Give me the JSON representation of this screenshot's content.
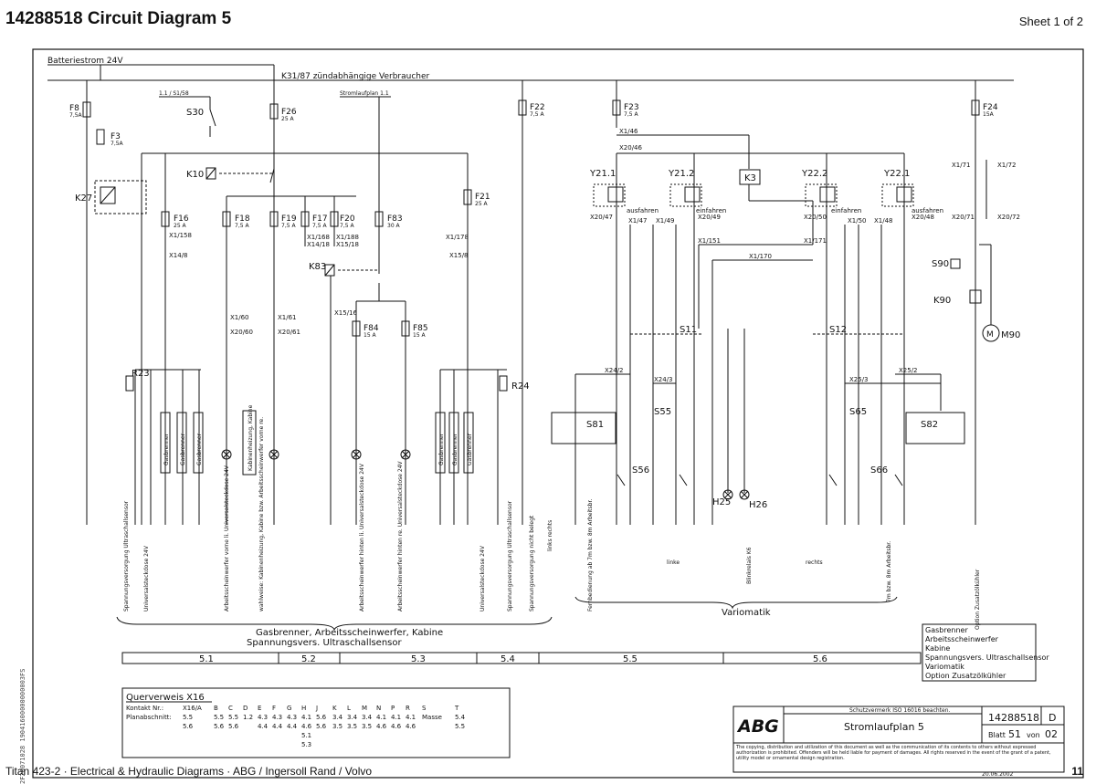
{
  "header": {
    "title": "14288518  Circuit Diagram 5",
    "sheet": "Sheet 1 of 2"
  },
  "footer": {
    "left": "Titan 423-2  ·  Electrical & Hydraulic Diagrams  ·  ABG / Ingersoll Rand / Volvo",
    "right": "11"
  },
  "side_code": "2F20071028 19041600000000003FS",
  "rails": {
    "battery": "Batteriestrom 24V",
    "k31": "K31/87  zündabhängige  Verbraucher",
    "ref_s158": "1.1 / S1/58",
    "ref_stromlauf": "Stromlaufplan 1.1"
  },
  "fuses": {
    "F8": [
      "F8",
      "7,5A"
    ],
    "F3": [
      "F3",
      "7,5A"
    ],
    "F26": [
      "F26",
      "25 A"
    ],
    "F16": [
      "F16",
      "25 A"
    ],
    "F18": [
      "F18",
      "7,5 A"
    ],
    "F19": [
      "F19",
      "7,5 A"
    ],
    "F17": [
      "F17",
      "7,5 A"
    ],
    "F20": [
      "F20",
      "7,5 A"
    ],
    "F83": [
      "F83",
      "30 A"
    ],
    "F84": [
      "F84",
      "15 A"
    ],
    "F85": [
      "F85",
      "15 A"
    ],
    "F21": [
      "F21",
      "25 A"
    ],
    "F22": [
      "F22",
      "7,5 A"
    ],
    "F23": [
      "F23",
      "7,5 A"
    ],
    "F24": [
      "F24",
      "15A"
    ]
  },
  "components": {
    "S30": "S30",
    "K10": "K10",
    "K27": "K27",
    "K83": "K83",
    "R23": "R23",
    "R24": "R24",
    "Y211": "Y21.1",
    "Y212": "Y21.2",
    "K3": "K3",
    "Y222": "Y22.2",
    "Y221": "Y22.1",
    "S11": "S11",
    "S12": "S12",
    "S81": "S81",
    "S82": "S82",
    "S55": "S55",
    "S65": "S65",
    "S56": "S56",
    "S66": "S66",
    "H25": "H25",
    "H26": "H26",
    "S90": "S90",
    "K90": "K90",
    "M90": "M90"
  },
  "valve_labels": {
    "ausfahren": "ausfahren",
    "einfahren": "einfahren"
  },
  "terminals": {
    "x1_46": "X1/46",
    "x20_46": "X20/46",
    "x1_47": "X1/47",
    "x1_49": "X1/49",
    "x1_50": "X1/50",
    "x1_48": "X1/48",
    "x20_47": "X20/47",
    "x20_49": "X20/49",
    "x20_50": "X20/50",
    "x20_48": "X20/48",
    "x1_151": "X1/151",
    "x1_170": "X1/170",
    "x1_171": "X1/171",
    "x1_71": "X1/71",
    "x1_72": "X1/72",
    "x20_71": "X20/71",
    "x20_72": "X20/72",
    "x1_158": "X1/158",
    "x14_8": "X14/8",
    "x1_178": "X1/178",
    "x15_8": "X15/8",
    "x1_60": "X1/60",
    "x1_61": "X1/61",
    "x20_60": "X20/60",
    "x20_61": "X20/61",
    "x15_16": "X15/16",
    "x1_168": "X1/168",
    "x14_18": "X14/18",
    "x1_188": "X1/188",
    "x15_18": "X15/18",
    "x24_2": "X24/2",
    "x24_3": "X24/3",
    "x25_3": "X25/3",
    "x25_2": "X25/2"
  },
  "consumers": {
    "gasbrenner": "Gasbrenner",
    "kabinen": "Kabinenheizung, Kabine",
    "c1": "Spannungsversorgung Ultraschallsensor",
    "c2": "Universalsteckdose 24V",
    "c3": "Arbeitsscheinwerfer vorne li. Universalsteckdose 24V",
    "c4": "wahlweise: Kabinenheizung, Kabine bzw. Arbeitsscheinwerfer vorne re.",
    "c5": "Arbeitsscheinwerfer hinten li. Universalsteckdose 24V",
    "c6": "Arbeitsscheinwerfer hinten re. Universalsteckdose 24V",
    "c7": "Universalsteckdose 24V",
    "c8": "Spannungsversorgung Ultraschallsensor",
    "c9": "Spannungsversorgung nicht belegt",
    "links_rechts": "links rechts",
    "c10": "Fernbedienung ab 7m bzw. 8m Arbeitsbr.",
    "linke": "linke",
    "c11": "Blinkrelais K6",
    "rechts": "rechts",
    "c12": "7m bzw. 8m Arbeitsbr.",
    "c13": "Option Zusatzölkühler"
  },
  "groups": {
    "g1": "Gasbrenner, Arbeitsscheinwerfer, Kabine",
    "g2": "Spannungsvers. Ultraschallsensor",
    "variomatik": "Variomatik"
  },
  "sections": [
    "5.1",
    "5.2",
    "5.3",
    "5.4",
    "5.5",
    "5.6"
  ],
  "legend": [
    "Gasbrenner",
    "Arbeitsscheinwerfer",
    "Kabine",
    "Spannungsvers. Ultraschallsensor",
    "Variomatik",
    "Option Zusatzölkühler"
  ],
  "cross_ref": {
    "title": "Querverweis  X16",
    "row1": [
      "Kontakt Nr.:",
      "X16/A",
      "B",
      "C",
      "D",
      "E",
      "F",
      "G",
      "H",
      "J",
      "K",
      "L",
      "M",
      "N",
      "P",
      "R",
      "S",
      "T"
    ],
    "row2": [
      "Planabschnitt:",
      "5.5",
      "5.5",
      "5.5",
      "1.2",
      "4.3",
      "4.3",
      "4.3",
      "4.1",
      "5.6",
      "3.4",
      "3.4",
      "3.4",
      "4.1",
      "4.1",
      "4.1",
      "Masse",
      "5.4"
    ],
    "row3": [
      "",
      "5.6",
      "5.6",
      "5.6",
      "",
      "4.4",
      "4.4",
      "4.4",
      "4.6",
      "5.6",
      "3.5",
      "3.5",
      "3.5",
      "4.6",
      "4.6",
      "4.6",
      "",
      "5.5"
    ],
    "extra": [
      "5.1",
      "5.3"
    ]
  },
  "title_block": {
    "logo": "ABG",
    "protect": "Schutzvermerk ISO 16016 beachten.",
    "title": "Stromlaufplan 5",
    "docno": "14288518",
    "rev": "D",
    "blatt_lbl": "Blatt",
    "blatt": "51",
    "von_lbl": "von",
    "von": "02",
    "notice": "The copying, distribution and utilization of this document as well as the communication of its contents to others without expressed authorization is prohibited. Offenders will be held liable for payment of damages. All rights reserved in the event of the grant of a patent, utility model or ornamental design registration.",
    "date": "20.06.2002"
  }
}
